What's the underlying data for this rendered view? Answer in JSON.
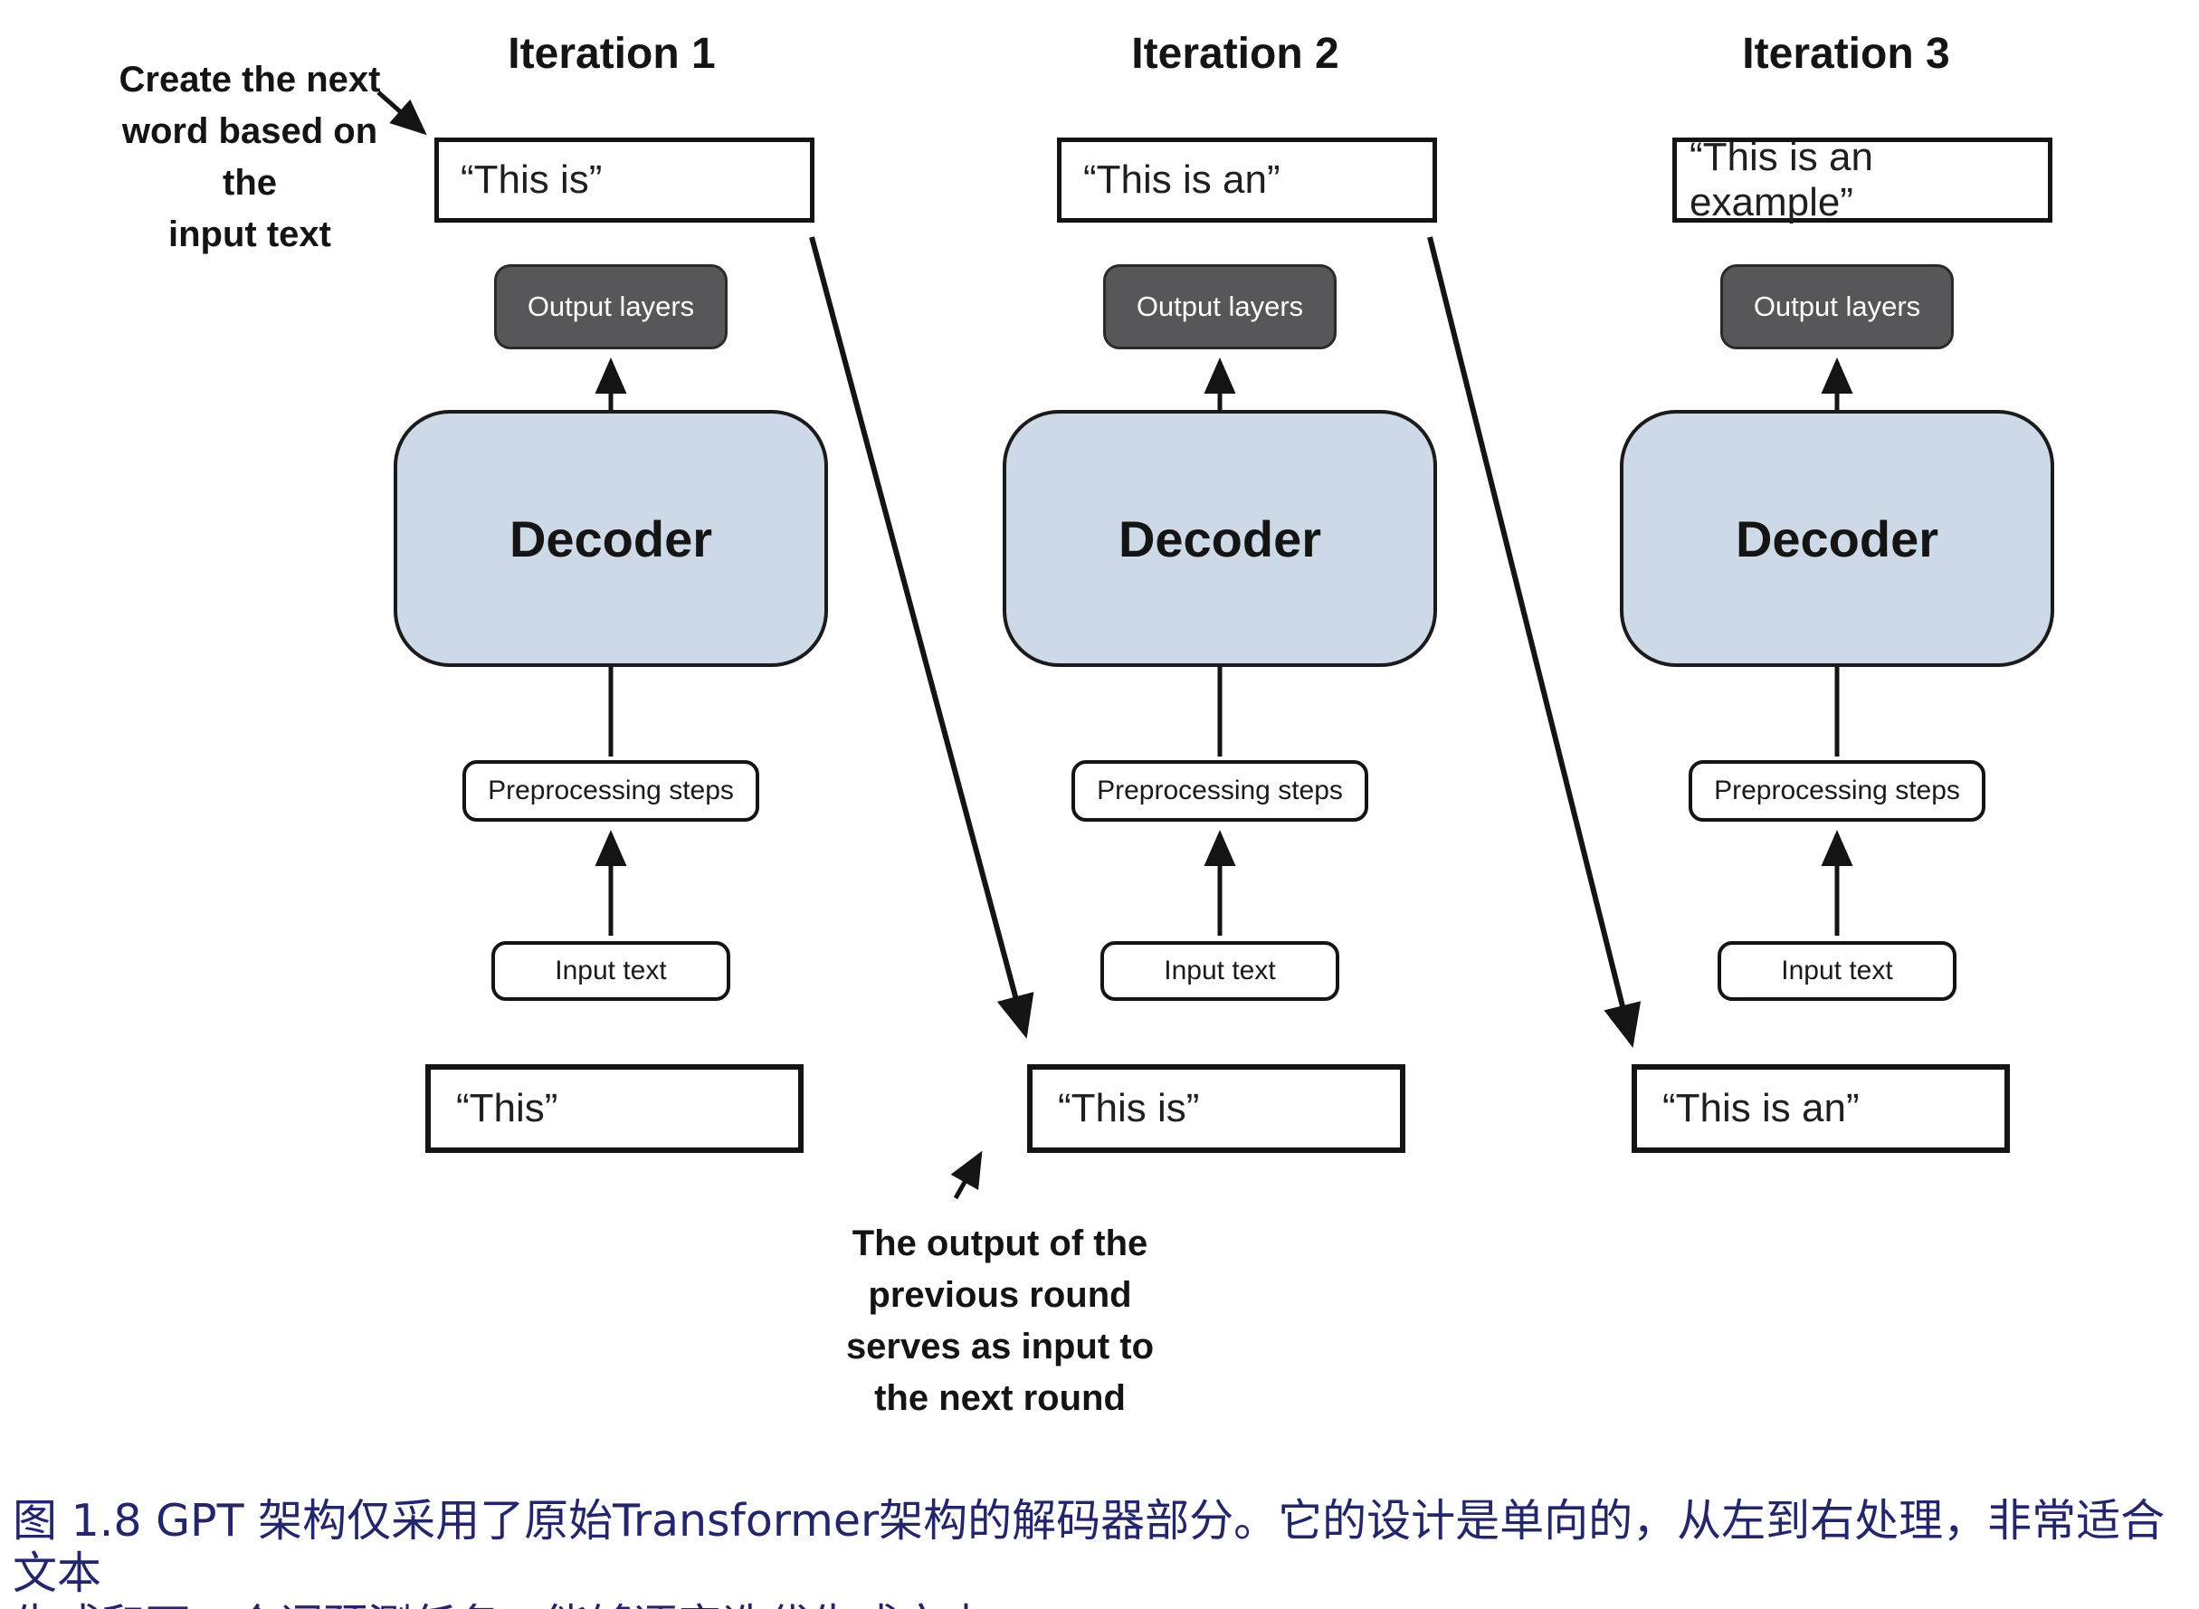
{
  "figure": {
    "columns": [
      {
        "title": "Iteration 1",
        "output_text": "“This is”",
        "output_layers_label": "Output layers",
        "decoder_label": "Decoder",
        "preprocessing_label": "Preprocessing steps",
        "input_label": "Input text",
        "bottom_text": "“This”"
      },
      {
        "title": "Iteration 2",
        "output_text": "“This is an”",
        "output_layers_label": "Output layers",
        "decoder_label": "Decoder",
        "preprocessing_label": "Preprocessing steps",
        "input_label": "Input text",
        "bottom_text": "“This is”"
      },
      {
        "title": "Iteration 3",
        "output_text": "“This is an example”",
        "output_layers_label": "Output layers",
        "decoder_label": "Decoder",
        "preprocessing_label": "Preprocessing steps",
        "input_label": "Input text",
        "bottom_text": "“This is an”"
      }
    ],
    "annotations": {
      "top_left": {
        "line1": "Create the next",
        "line2": "word based on the",
        "line3": "input text"
      },
      "bottom": {
        "line1": "The output of the",
        "line2": "previous round",
        "line3": "serves as input to",
        "line4": "the next round"
      }
    },
    "caption": {
      "line1": "图 1.8  GPT 架构仅采用了原始Transformer架构的解码器部分。它的设计是单向的，从左到右处理，非常适合文本",
      "line2": "生成和下一个词预测任务，能够逐字迭代生成文本。",
      "color": "#23266b"
    },
    "colors": {
      "decoder_fill": "#cdd9e6",
      "output_layers_fill": "#57575a",
      "line": "#141414"
    }
  }
}
